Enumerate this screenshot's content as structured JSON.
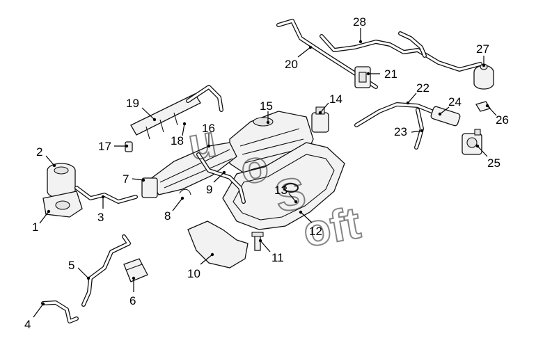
{
  "watermark": {
    "part1": "u",
    "part2": "o",
    "part3": "S",
    "part4": "oft"
  },
  "callouts": [
    "1",
    "2",
    "3",
    "4",
    "5",
    "6",
    "7",
    "8",
    "9",
    "10",
    "11",
    "12",
    "13",
    "14",
    "15",
    "16",
    "17",
    "18",
    "19",
    "20",
    "21",
    "22",
    "23",
    "24",
    "25",
    "26",
    "27",
    "28"
  ]
}
